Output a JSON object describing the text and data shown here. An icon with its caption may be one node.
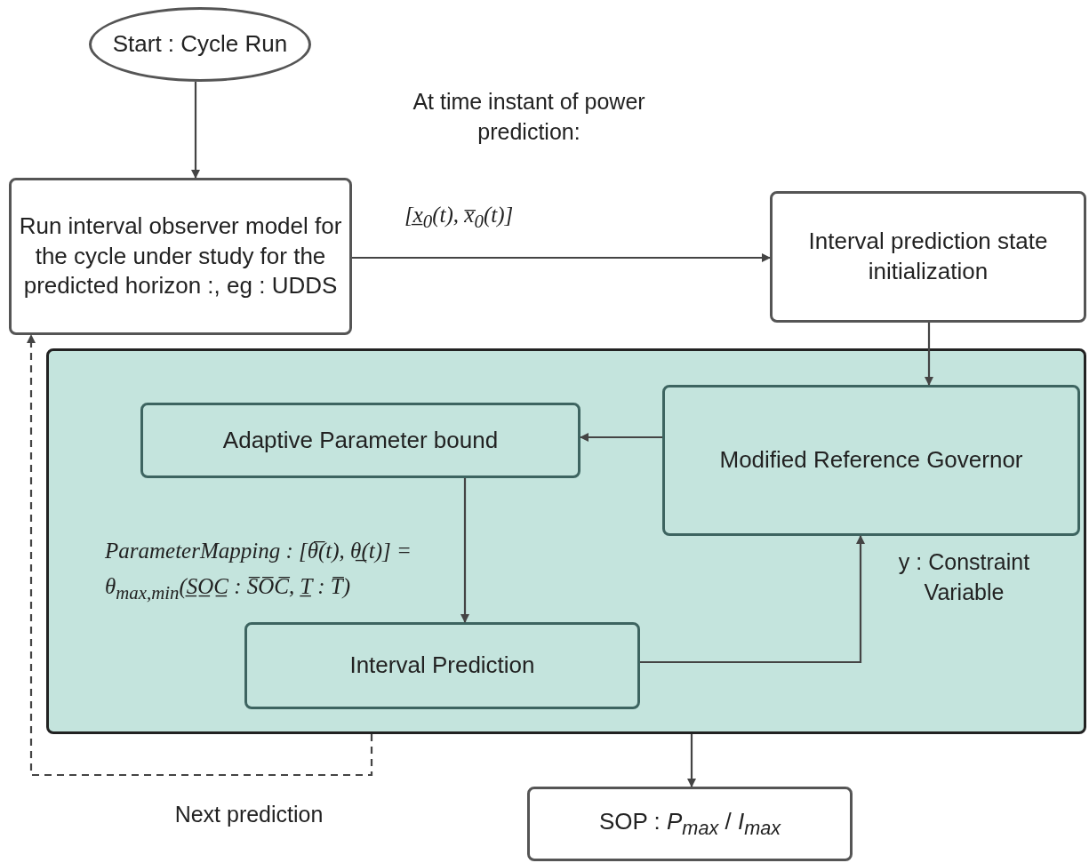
{
  "diagram": {
    "nodes": [
      {
        "text": [
          "Start : Cycle Run"
        ]
      },
      {
        "text": [
          "Run interval observer model for the cycle under study for the predicted horizon :, eg : UDDS"
        ]
      },
      {
        "text": [
          "Interval prediction state initialization"
        ]
      },
      {
        "text": [],
        "shape": "box"
      },
      {
        "text": [
          "Adaptive Parameter bound"
        ],
        "in": 3
      },
      {
        "text": [
          "Modified Reference Governor"
        ],
        "in": 3
      },
      {
        "text": [
          "Interval Prediction"
        ],
        "in": 3
      },
      {
        "text": [
          "SOP : *P*$_{max}$ / *I*$_{max}$"
        ]
      }
    ],
    "edges": [
      {
        "from": 0,
        "to": 1,
        "arrow": "to"
      },
      {
        "from": 1,
        "to": 2,
        "arrow": "to",
        "label": "[x̲$_{0}$(t), x̅$_{0}$(t)]"
      },
      {
        "from": 2,
        "to": 5,
        "arrow": "to"
      },
      {
        "from": 5,
        "to": 4,
        "arrow": "to"
      },
      {
        "from": 4,
        "to": 6,
        "arrow": "to",
        "label": "ParameterMapping : [θ̅(t), θ̲(t)] = θ$_{max,min}$(S̲O̲C̲ : S̅O̅C̅, T̲ : T̅)"
      },
      {
        "from": 6,
        "to": 5,
        "arrow": "to",
        "label": "y : Constraint Variable"
      },
      {
        "from": 3,
        "to": 7,
        "arrow": "to"
      },
      {
        "from": 3,
        "to": 1,
        "arrow": "to",
        "style": "dashed",
        "label": "Next prediction"
      }
    ],
    "labels": [
      "At time instant of power prediction:"
    ]
  }
}
